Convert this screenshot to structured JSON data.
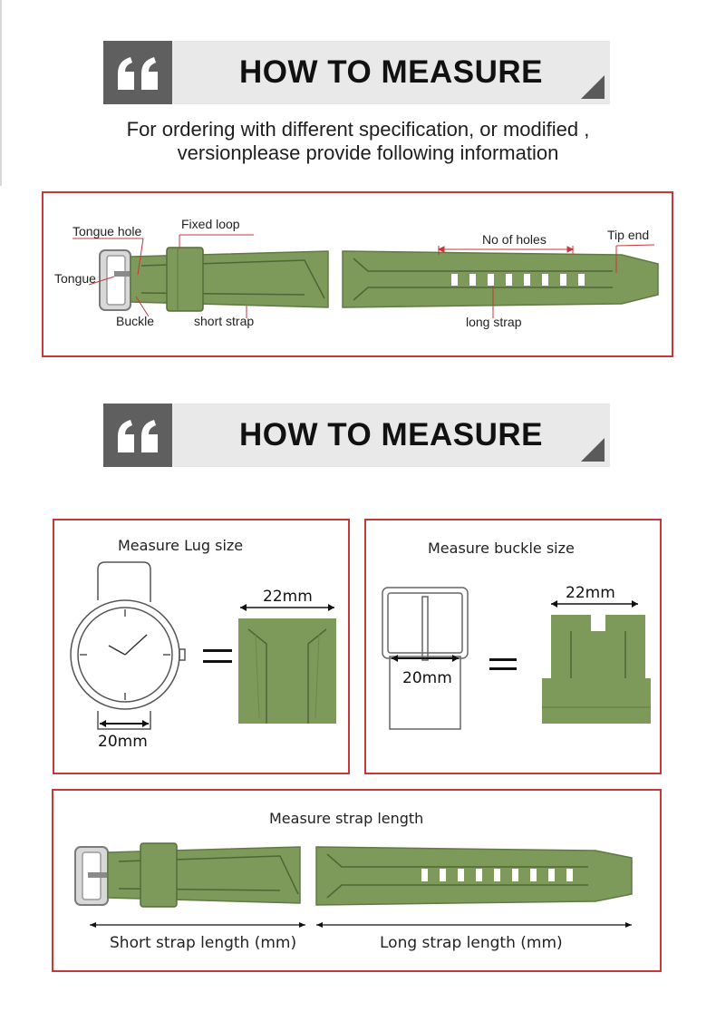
{
  "banner1": {
    "title": "HOW TO MEASURE"
  },
  "intro": {
    "line1": "For ordering with different specification, or modified ,",
    "line2": "versionplease provide following information"
  },
  "diagram1": {
    "labels": {
      "tongue_hole": "Tongue hole",
      "fixed_loop": "Fixed loop",
      "tongue": "Tongue",
      "buckle": "Buckle",
      "short_strap": "short strap",
      "no_of_holes": "No of holes",
      "tip_end": "Tip end",
      "long_strap": "long strap"
    }
  },
  "banner2": {
    "title": "HOW TO MEASURE"
  },
  "lug_panel": {
    "title": "Measure Lug size",
    "lug_width": "20mm",
    "strap_width": "22mm"
  },
  "buckle_panel": {
    "title": "Measure buckle size",
    "buckle_width": "20mm",
    "strap_width": "22mm"
  },
  "length_panel": {
    "title": "Measure strap length",
    "short_label": "Short strap length (mm)",
    "long_label": "Long strap length (mm)"
  },
  "colors": {
    "strap_green": "#7d9a5a",
    "frame_red": "#c8373a",
    "banner_grey": "#e9e9e9",
    "quote_grey": "#5f5f5f"
  }
}
